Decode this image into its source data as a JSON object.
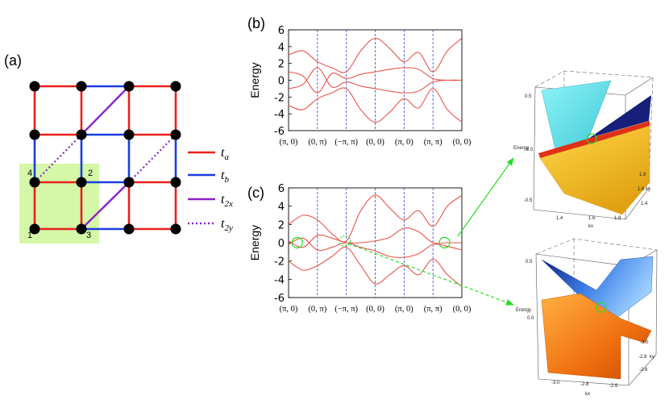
{
  "panels": {
    "a": "(a)",
    "b": "(b)",
    "c": "(c)"
  },
  "lattice": {
    "site_labels": [
      "1",
      "2",
      "3",
      "4"
    ],
    "legend": [
      {
        "symbol": "t_a",
        "base": "t",
        "sub": "a",
        "color": "#e8201c",
        "style": "solid"
      },
      {
        "symbol": "t_b",
        "base": "t",
        "sub": "b",
        "color": "#1a3ee0",
        "style": "solid"
      },
      {
        "symbol": "t_2x",
        "base": "t",
        "sub": "2x",
        "color": "#8a22c8",
        "style": "solid"
      },
      {
        "symbol": "t_2y",
        "base": "t",
        "sub": "2y",
        "color": "#8a22c8",
        "style": "dotted"
      }
    ]
  },
  "band_axes": {
    "ylabel": "Energy",
    "yticks": [
      "6",
      "4",
      "2",
      "0",
      "-2",
      "-4",
      "-6"
    ],
    "kpath": [
      "(π, 0)",
      "(0, π)",
      "(−π, π)",
      "(0, 0)",
      "(π, 0)",
      "(π, π)",
      "(0, 0)"
    ]
  },
  "chart_data": [
    {
      "type": "line",
      "panel": "(b)",
      "ylabel": "Energy",
      "ylim": [
        -6,
        6
      ],
      "x_ticks": [
        "(π, 0)",
        "(0, π)",
        "(−π, π)",
        "(0, 0)",
        "(π, 0)",
        "(π, π)",
        "(0, 0)"
      ],
      "series": [
        {
          "x": [
            0,
            0.5,
            1,
            1.5,
            2,
            2.5,
            3,
            3.5,
            4,
            4.5,
            5,
            5.5,
            6
          ],
          "y": [
            3.0,
            3.5,
            2.2,
            1.5,
            1.0,
            3.5,
            5.0,
            3.8,
            2.2,
            3.3,
            1.0,
            3.5,
            5.0
          ]
        },
        {
          "x": [
            0,
            0.5,
            1,
            1.5,
            2,
            2.5,
            3,
            3.5,
            4,
            4.5,
            5,
            5.5,
            6
          ],
          "y": [
            1.0,
            0.5,
            -1.5,
            0.8,
            0.2,
            0.7,
            1.0,
            1.3,
            1.5,
            1.3,
            0.2,
            0.0,
            0.0
          ]
        },
        {
          "x": [
            0,
            0.5,
            1,
            1.5,
            2,
            2.5,
            3,
            3.5,
            4,
            4.5,
            5,
            5.5,
            6
          ],
          "y": [
            -1.0,
            -0.5,
            1.5,
            -0.8,
            -0.2,
            -0.7,
            -1.0,
            -1.3,
            -1.5,
            -1.3,
            -0.2,
            0.0,
            0.0
          ]
        },
        {
          "x": [
            0,
            0.5,
            1,
            1.5,
            2,
            2.5,
            3,
            3.5,
            4,
            4.5,
            5,
            5.5,
            6
          ],
          "y": [
            -3.0,
            -3.5,
            -2.2,
            -1.5,
            -1.0,
            -3.5,
            -5.0,
            -3.8,
            -2.2,
            -3.3,
            -1.0,
            -3.5,
            -5.0
          ]
        }
      ]
    },
    {
      "type": "line",
      "panel": "(c)",
      "ylabel": "Energy",
      "ylim": [
        -6,
        6
      ],
      "x_ticks": [
        "(π, 0)",
        "(0, π)",
        "(−π, π)",
        "(0, 0)",
        "(π, 0)",
        "(π, π)",
        "(0, 0)"
      ],
      "series": [
        {
          "x": [
            0,
            0.5,
            1,
            1.5,
            2,
            2.5,
            3,
            3.5,
            4,
            4.5,
            5,
            5.5,
            6
          ],
          "y": [
            2.0,
            3.0,
            2.5,
            1.0,
            0.2,
            3.5,
            5.2,
            3.8,
            2.5,
            3.5,
            1.8,
            4.0,
            5.2
          ]
        },
        {
          "x": [
            0,
            0.5,
            1,
            1.5,
            2,
            2.5,
            3,
            3.5,
            4,
            4.5,
            5,
            5.5,
            6
          ],
          "y": [
            0.2,
            -0.5,
            0.8,
            0.5,
            0.0,
            0.0,
            0.2,
            0.6,
            1.6,
            1.2,
            0.0,
            0.0,
            0.0
          ]
        },
        {
          "x": [
            0,
            0.5,
            1,
            1.5,
            2,
            2.5,
            3,
            3.5,
            4,
            4.5,
            5,
            5.5,
            6
          ],
          "y": [
            -0.2,
            0.5,
            -0.8,
            -0.5,
            0.0,
            -0.5,
            -0.9,
            -1.5,
            -1.6,
            -1.2,
            -0.2,
            -0.4,
            -0.8
          ]
        },
        {
          "x": [
            0,
            0.5,
            1,
            1.5,
            2,
            2.5,
            3,
            3.5,
            4,
            4.5,
            5,
            5.5,
            6
          ],
          "y": [
            -2.0,
            -3.0,
            -2.5,
            -1.5,
            -0.5,
            -2.5,
            -4.5,
            -3.5,
            -2.5,
            -3.5,
            -1.8,
            -3.5,
            -4.8
          ]
        }
      ]
    }
  ],
  "surface_top": {
    "zlabel": "Energy",
    "xlabel": "kx",
    "ylabel": "ky",
    "zticks": [
      "0.5",
      "0.0",
      "-0.5"
    ],
    "xticks": [
      "1.4",
      "1.6",
      "1.8"
    ],
    "yticks": [
      "1.8",
      "1.6",
      "1.4"
    ],
    "colors": {
      "upper": "#6fe8ee",
      "edge": "#16207a",
      "lower": "#f3c21e",
      "rim": "#e03018"
    }
  },
  "surface_bottom": {
    "zlabel": "Energy",
    "xlabel": "kx",
    "ylabel": "ky",
    "zticks": [
      "0.5",
      "0.0"
    ],
    "xticks": [
      "-3.0",
      "-2.8",
      "-2.6"
    ],
    "yticks": [
      "-3.0",
      "-2.8",
      "-2.6"
    ],
    "colors": {
      "upper": "#3a8af0",
      "edge": "#0a1e78",
      "lower": "#f07a12"
    }
  }
}
